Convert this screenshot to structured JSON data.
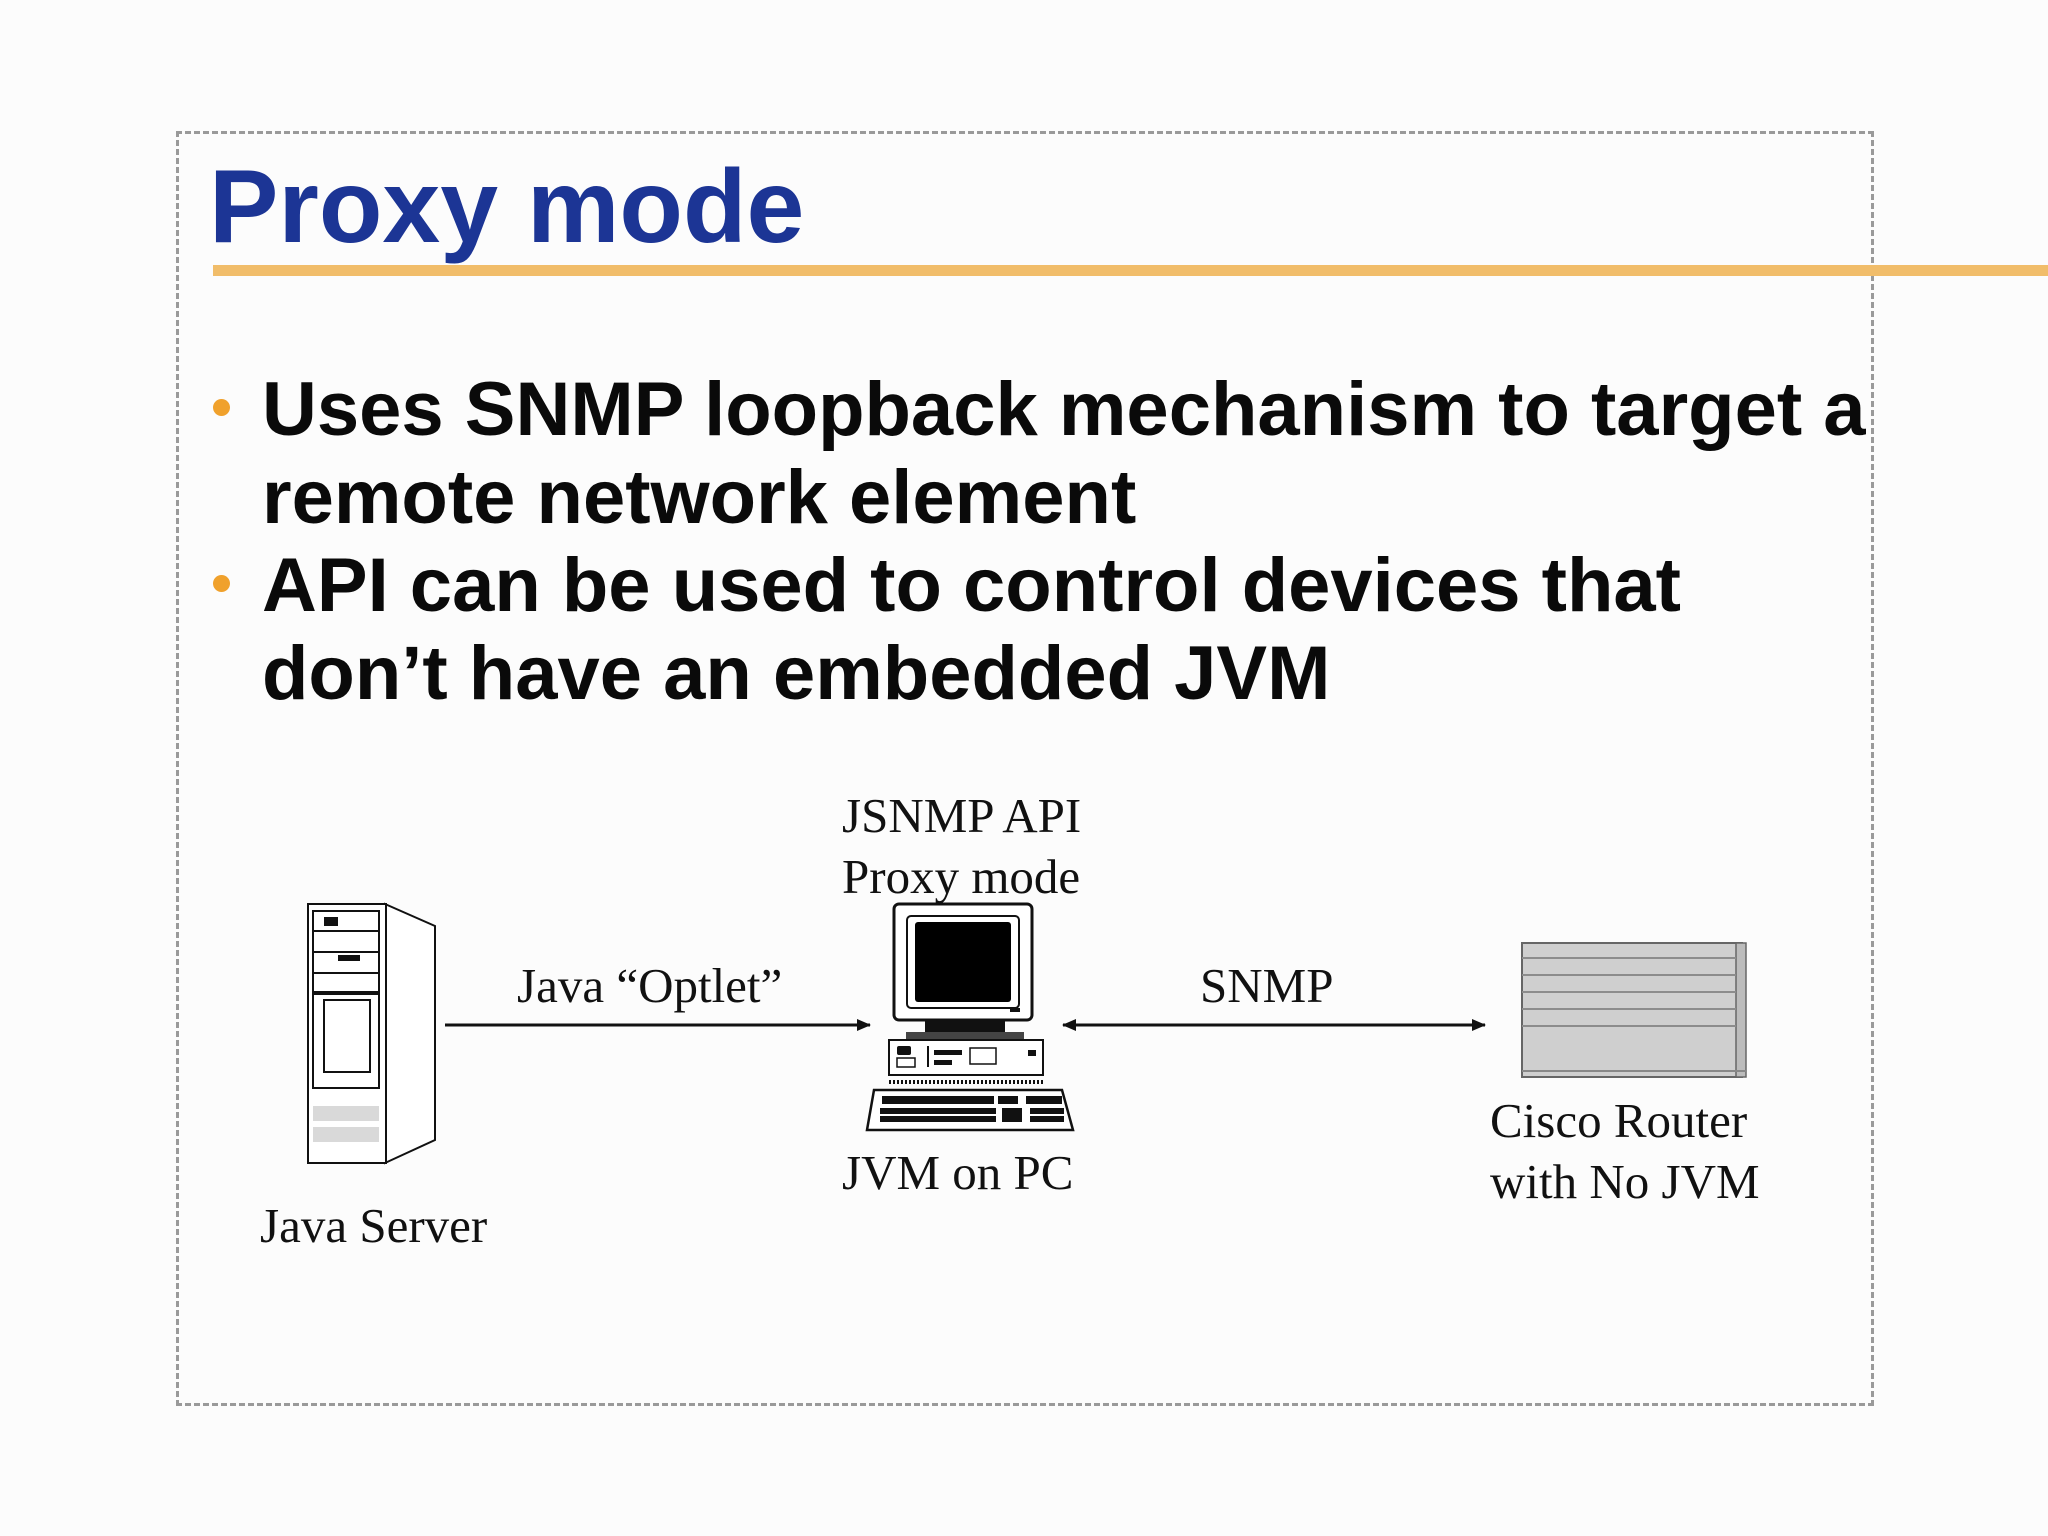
{
  "slide": {
    "title": "Proxy mode",
    "bullets": [
      "Uses SNMP loopback mechanism to target a remote network element",
      "API can be used to control devices that don’t have an embedded JVM"
    ]
  },
  "diagram": {
    "nodes": {
      "server": {
        "label": "Java Server"
      },
      "pc": {
        "label_top": "JSNMP API Proxy mode",
        "label_top_lines": [
          "JSNMP API",
          "Proxy mode"
        ],
        "label_bottom": "JVM on PC"
      },
      "router": {
        "label": "Cisco Router with No JVM",
        "label_lines": [
          "Cisco Router",
          "with No JVM"
        ]
      }
    },
    "edges": [
      {
        "from": "server",
        "to": "pc",
        "label": "Java “Optlet”",
        "direction": "forward"
      },
      {
        "from": "pc",
        "to": "router",
        "label": "SNMP",
        "direction": "both"
      }
    ]
  },
  "colors": {
    "title": "#1c3595",
    "accent_rule": "#f1bd6a",
    "bullet": "#f0a12c",
    "frame": "#9a9a9a"
  },
  "icons": {
    "server": "server-tower-icon",
    "pc": "desktop-computer-icon",
    "router": "router-chassis-icon"
  }
}
